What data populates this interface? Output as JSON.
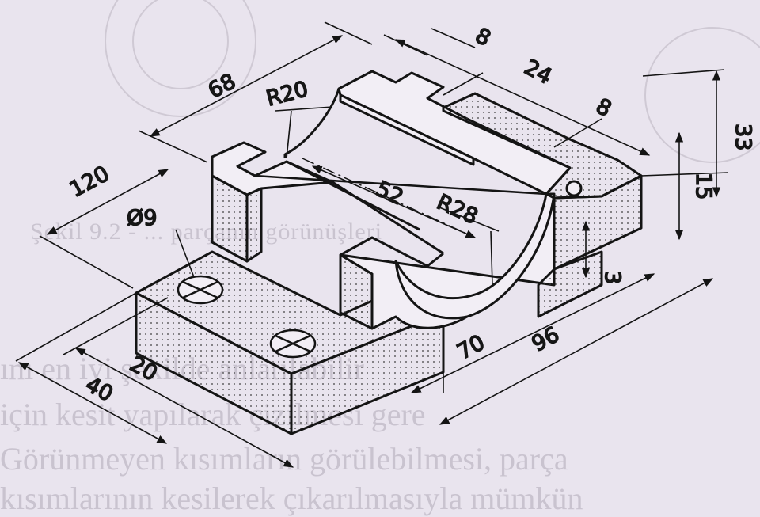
{
  "figure": {
    "dimensions": {
      "d68": "68",
      "r20": "R20",
      "d8_top": "8",
      "d24": "24",
      "d8_right": "8",
      "d33": "33",
      "d15": "15",
      "d120": "120",
      "d52": "52",
      "r28": "R28",
      "d9": "Ø9",
      "d3": "3",
      "d70": "70",
      "d96": "96",
      "d20": "20",
      "d40": "40"
    }
  },
  "background_text": {
    "caption": "Şekil 9.2 - ... parçanın görünüşleri",
    "line1": "ını en iyi şekilde anlatılabilir",
    "line2": "için kesit yapılarak çizilmesi gere",
    "line3": "Görünmeyen kısımların görülebilmesi, parça",
    "line4": "kısımlarının kesilerek çıkarılmasıyla mümkün"
  },
  "colors": {
    "ink": "#141414",
    "paper": "#e9e4ee",
    "dot": "#3a3a3a"
  }
}
